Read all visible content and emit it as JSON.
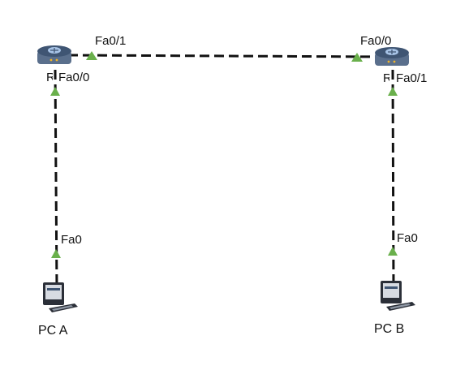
{
  "colors": {
    "link": "#111111",
    "link_up_marker": "#6ab04c",
    "router_body": "#5a6f8c",
    "router_top": "#3f5573",
    "router_accent": "#a7c3e6",
    "pc_body": "#2b2f38",
    "pc_screen": "#d7dbe2",
    "background": "#ffffff"
  },
  "devices": {
    "router_a": {
      "name_visible": "R",
      "icon": "router-icon"
    },
    "router_b": {
      "name_visible": "R",
      "icon": "router-icon"
    },
    "pc_a": {
      "name": "PC A",
      "icon": "desktop-pc-icon"
    },
    "pc_b": {
      "name": "PC B",
      "icon": "desktop-pc-icon"
    }
  },
  "interfaces": {
    "router_a_to_router_b": "Fa0/1",
    "router_b_to_router_a": "Fa0/0",
    "router_a_to_pc_a": "Fa0/0",
    "router_b_to_pc_b": "Fa0/1",
    "pc_a_nic": "Fa0",
    "pc_b_nic": "Fa0"
  },
  "links": [
    {
      "from": "router_a",
      "to": "router_b",
      "style": "dashed",
      "status": "up"
    },
    {
      "from": "router_a",
      "to": "pc_a",
      "style": "dashed",
      "status": "up"
    },
    {
      "from": "router_b",
      "to": "pc_b",
      "style": "dashed",
      "status": "up"
    }
  ]
}
